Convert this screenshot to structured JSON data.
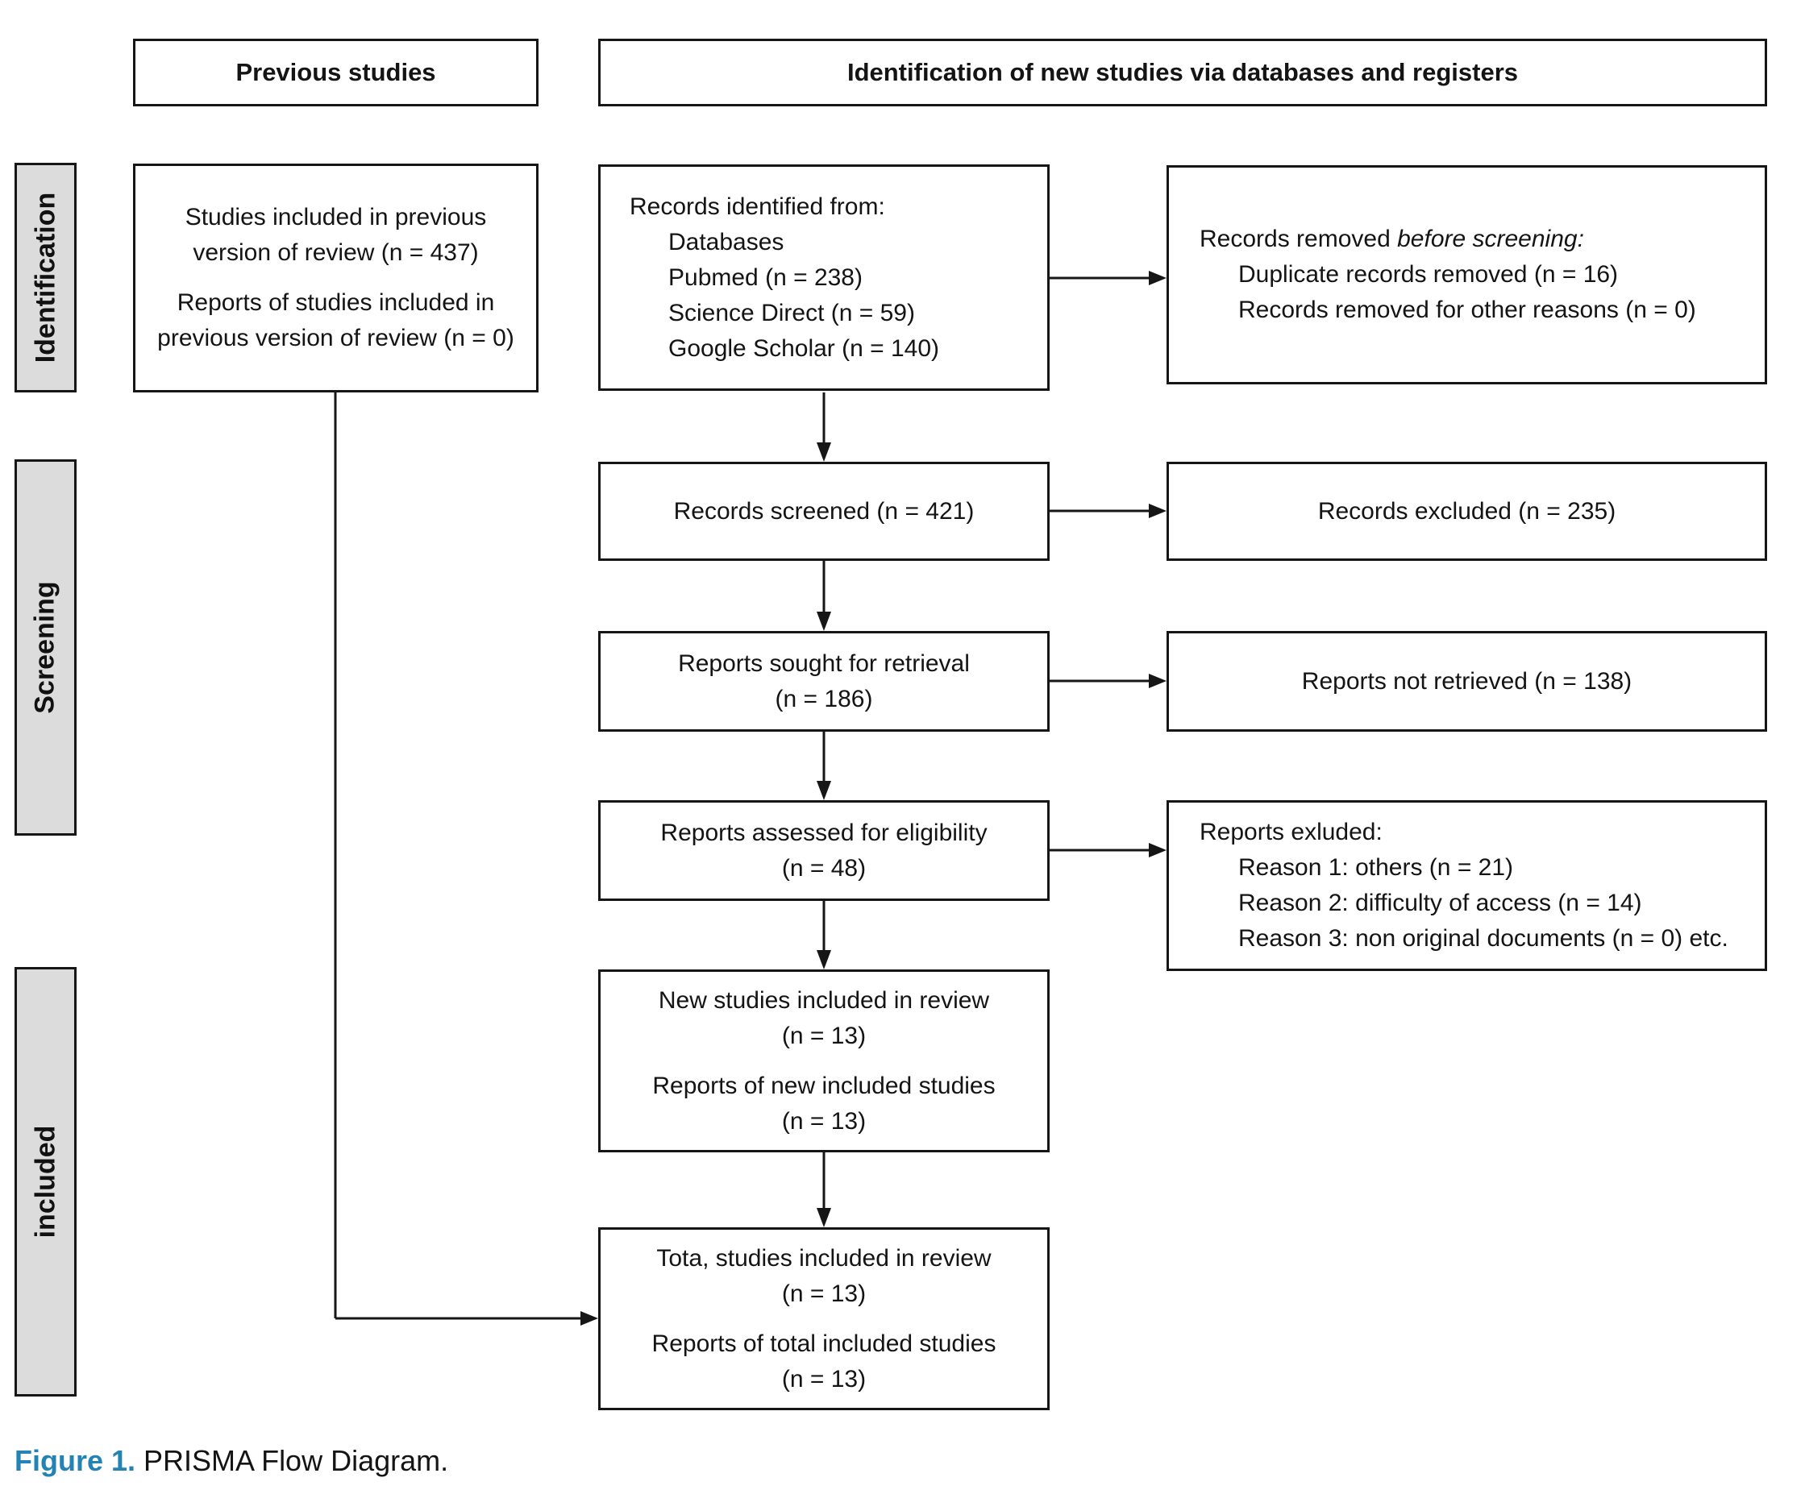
{
  "headers": {
    "previous": "Previous studies",
    "identification": "Identification of new studies via databases and registers"
  },
  "sidebar": {
    "identification": "Identification",
    "screening": "Screening",
    "included": "included"
  },
  "boxes": {
    "previous_studies": {
      "para1": "Studies included in previous version of review (n = 437)",
      "para2": "Reports of studies included in previous version of review (n = 0)"
    },
    "records_identified": {
      "intro": "Records identified from:",
      "items": [
        "Databases",
        "Pubmed (n = 238)",
        "Science Direct (n = 59)",
        "Google Scholar (n = 140)"
      ]
    },
    "records_removed": {
      "intro_prefix": "Records removed ",
      "intro_italic": "before screening:",
      "items": [
        "Duplicate records removed (n = 16)",
        "Records removed for other reasons (n = 0)"
      ]
    },
    "records_screened": {
      "label": "Records screened (n = 421)"
    },
    "records_excluded": {
      "label": "Records excluded (n = 235)"
    },
    "reports_sought": {
      "line1": "Reports sought for retrieval",
      "line2": "(n = 186)"
    },
    "reports_not_retrieved": {
      "label": "Reports not retrieved (n = 138)"
    },
    "reports_assessed": {
      "line1": "Reports assessed for eligibility",
      "line2": "(n = 48)"
    },
    "reports_excluded": {
      "intro": "Reports exluded:",
      "items": [
        "Reason 1: others (n = 21)",
        "Reason 2: difficulty of access (n = 14)",
        "Reason 3: non original documents (n = 0) etc."
      ]
    },
    "new_studies": {
      "para1_line1": "New studies included in review",
      "para1_line2": "(n = 13)",
      "para2_line1": "Reports of new included studies",
      "para2_line2": "(n = 13)"
    },
    "total_studies": {
      "para1_line1": "Tota, studies included in review",
      "para1_line2": "(n = 13)",
      "para2_line1": "Reports of total included studies",
      "para2_line2": "(n = 13)"
    }
  },
  "caption": {
    "label": "Figure 1.",
    "text": " PRISMA Flow Diagram."
  },
  "colors": {
    "caption_accent": "#2383b4",
    "sidebar_fill": "#dcdcdc",
    "line": "#161616"
  }
}
